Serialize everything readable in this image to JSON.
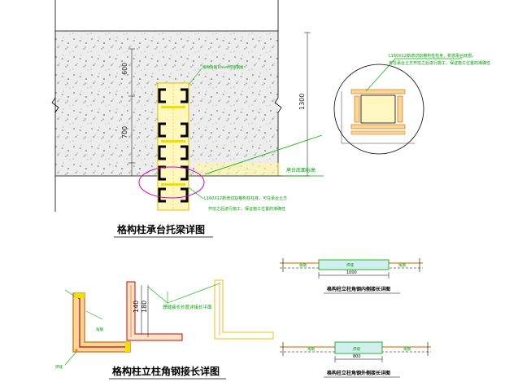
{
  "top": {
    "title": "格构柱承台托梁详图",
    "dim_600": "600",
    "dim_700": "700",
    "dim_1300": "1300",
    "note_weld": "格构角钢10mm焊接钢板",
    "note_l160_upper": "L160X12新增切割格构柱柱身，新增承台底部，",
    "note_l160_upper2": "可在承台土方开挖之后进行施工，保证施工位置的准确性",
    "note_cap_level": "承台底面标高",
    "note_l160_lower": "L160X12新增切割格构柱柱身，可在承台土方",
    "note_l160_lower2": "开挖之后进行施工，保证施工位置的准确性"
  },
  "bottom_left": {
    "title": "格构柱立柱角钢接长详图",
    "note_weld_len": "焊缝接长长度详接长平面",
    "dim_140": "140",
    "dim_180": "180",
    "label_a": "焊缝",
    "label_b": "角钢"
  },
  "bottom_right": {
    "inner_title": "格构柱立柱角钢内侧接长详图",
    "outer_title": "格构柱立柱角钢外侧接长详图",
    "dim_1000": "1000",
    "dim_800": "800",
    "label_l": "角钢",
    "label_m": "焊缝",
    "label_r": "角钢"
  },
  "colors": {
    "concrete": "#e8e8e8",
    "steel_dark": "#000000",
    "weld_yellow": "#f0e000",
    "highlight_magenta": "#d000d0",
    "annotation_green": "#00b000",
    "orange": "#e08020",
    "red": "#d00000"
  }
}
